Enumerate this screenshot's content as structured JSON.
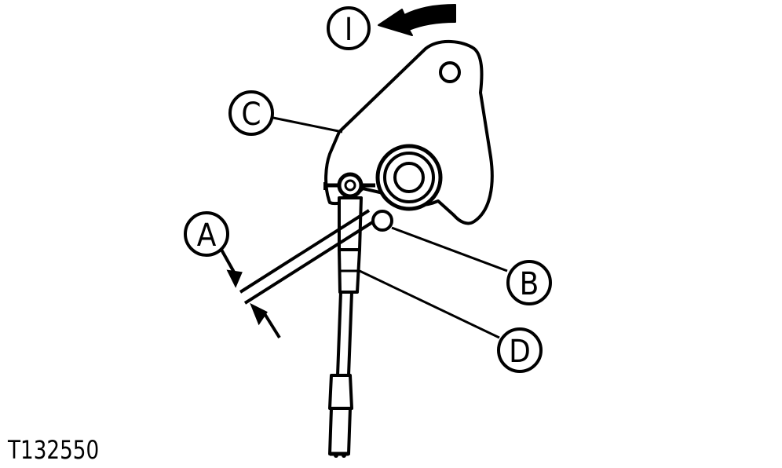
{
  "figure_id": "T132550",
  "callouts": {
    "rotation": "I",
    "a": "A",
    "b": "B",
    "c": "C",
    "d": "D"
  },
  "colors": {
    "line": "#000000",
    "background": "#ffffff"
  }
}
